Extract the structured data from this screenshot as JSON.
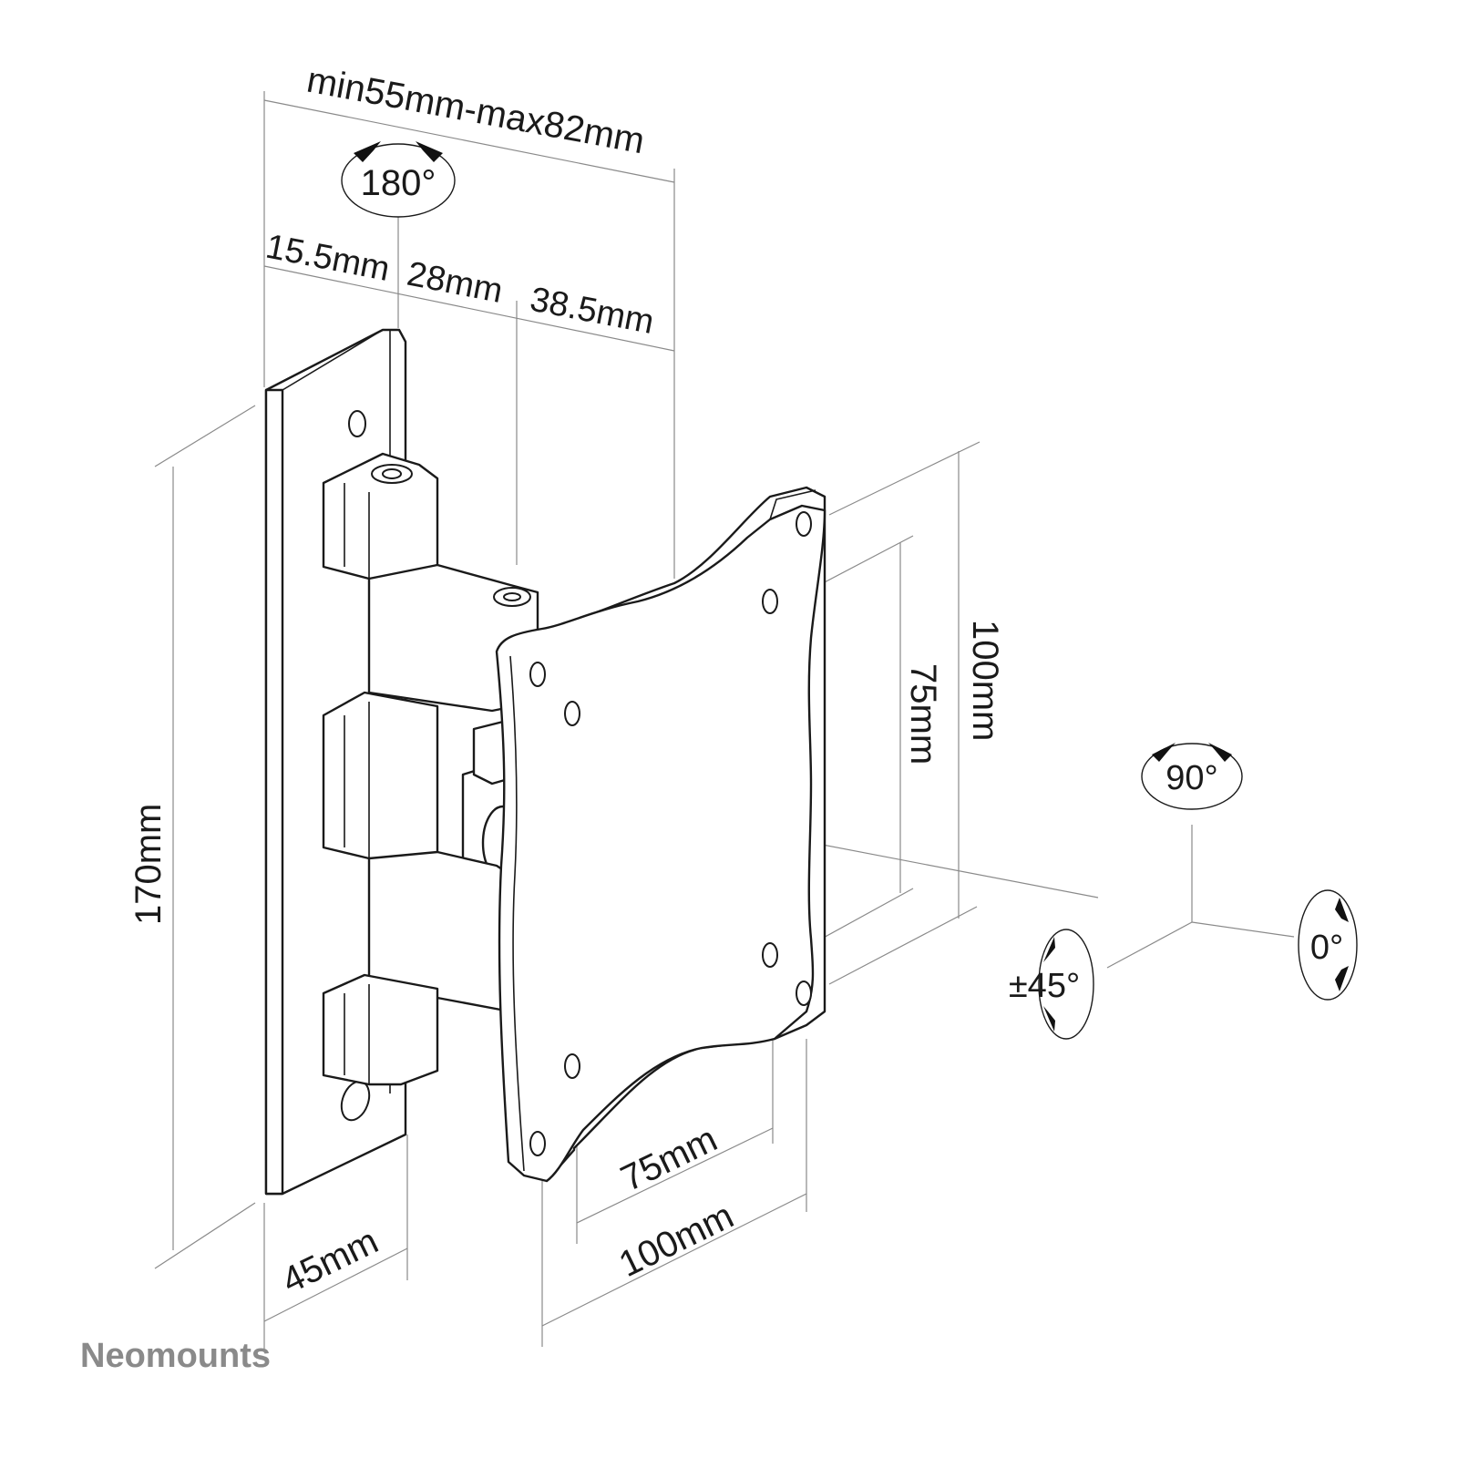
{
  "diagram": {
    "dimensions": {
      "depth_range": "min55mm-max82mm",
      "arm_first": "15.5mm",
      "arm_second": "28mm",
      "arm_third": "38.5mm",
      "wall_plate_height": "170mm",
      "wall_plate_width": "45mm",
      "vesa_outer_height": "100mm",
      "vesa_inner_height": "75mm",
      "vesa_inner_width": "75mm",
      "vesa_outer_width": "100mm"
    },
    "rotations": {
      "swivel": "180°",
      "rotate": "90°",
      "tilt": "0°",
      "pan": "±45°"
    }
  },
  "brand": {
    "name": "Neomounts"
  },
  "colors": {
    "line": "#1a1a1a",
    "dimension_line": "#8a8a8a",
    "brand": "#8a8a8a"
  }
}
